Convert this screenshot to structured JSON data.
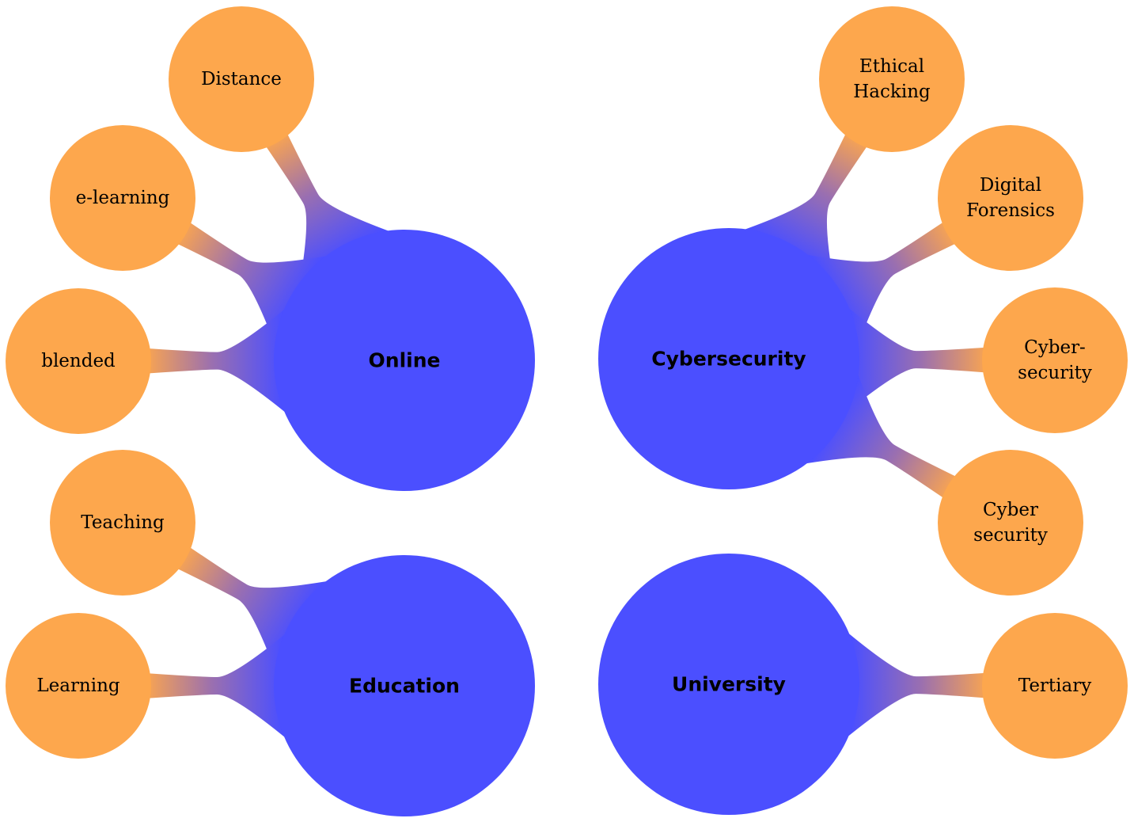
{
  "colors": {
    "hub": "#4b4fff",
    "leaf": "#fda74d",
    "connector_mid": "#9a6fb0",
    "background": "#ffffff"
  },
  "hubs": [
    {
      "id": "online",
      "label": "Online",
      "children": [
        {
          "id": "distance",
          "lines": [
            "Distance"
          ]
        },
        {
          "id": "e-learning",
          "lines": [
            "e-learning"
          ]
        },
        {
          "id": "blended",
          "lines": [
            "blended"
          ]
        }
      ]
    },
    {
      "id": "cybersecurity",
      "label": "Cybersecurity",
      "children": [
        {
          "id": "ethical-hacking",
          "lines": [
            "Ethical",
            "Hacking"
          ]
        },
        {
          "id": "digital-forensics",
          "lines": [
            "Digital",
            "Forensics"
          ]
        },
        {
          "id": "cyber-hyphen-security",
          "lines": [
            "Cyber-",
            "security"
          ]
        },
        {
          "id": "cyber-space-security",
          "lines": [
            "Cyber",
            "security"
          ]
        }
      ]
    },
    {
      "id": "education",
      "label": "Education",
      "children": [
        {
          "id": "teaching",
          "lines": [
            "Teaching"
          ]
        },
        {
          "id": "learning",
          "lines": [
            "Learning"
          ]
        }
      ]
    },
    {
      "id": "university",
      "label": "University",
      "children": [
        {
          "id": "tertiary",
          "lines": [
            "Tertiary"
          ]
        }
      ]
    }
  ]
}
